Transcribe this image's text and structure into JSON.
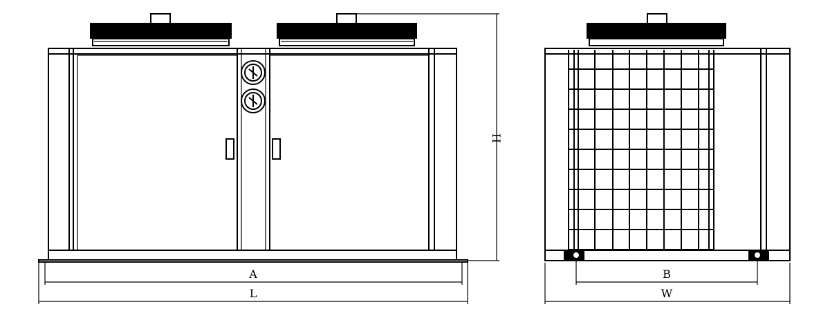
{
  "drawing": {
    "front_view": {
      "length_label": "L",
      "mount_length_label": "A",
      "height_label": "H"
    },
    "side_view": {
      "width_label": "W",
      "mount_width_label": "B"
    },
    "line_color": "#000000"
  }
}
